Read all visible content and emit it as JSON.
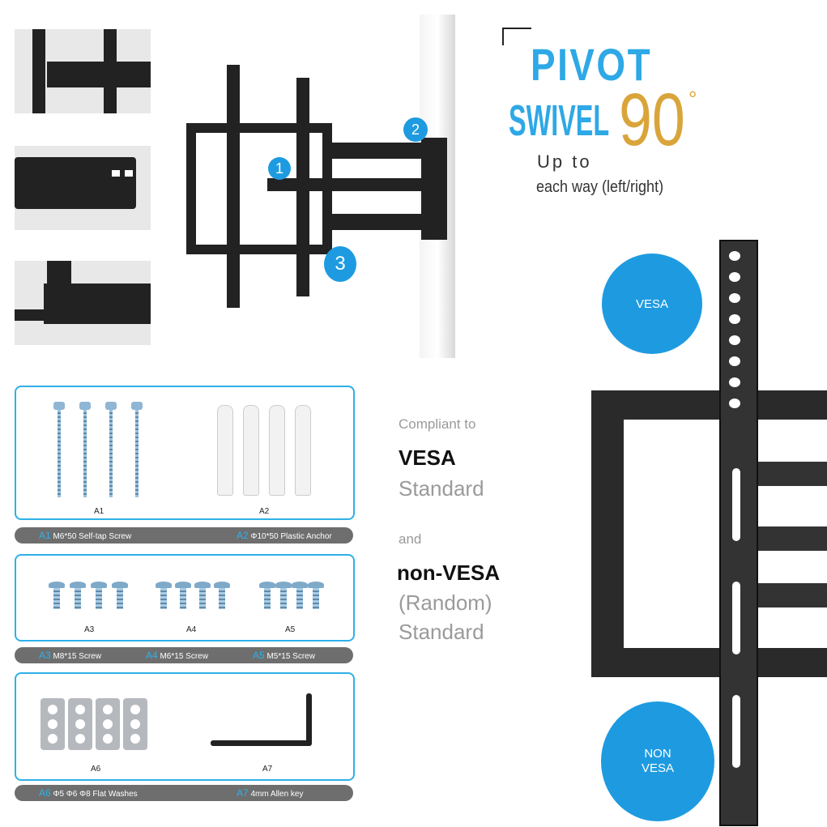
{
  "headline": {
    "pivot": "PIVOT",
    "swivel": "SWIVEL",
    "angle": "90",
    "degree": "°",
    "up_to": "Up to",
    "direction": "each way (left/right)"
  },
  "badges": [
    "1",
    "2",
    "3"
  ],
  "compliance": {
    "compliant_to": "Compliant to",
    "vesa": "VESA",
    "standard1": "Standard",
    "and": "and",
    "non_vesa": "non-VESA",
    "random": "(Random)",
    "standard2": "Standard"
  },
  "callouts": {
    "vesa": "VESA",
    "non_vesa_line1": "NON",
    "non_vesa_line2": "VESA"
  },
  "parts": [
    {
      "code": "A1",
      "desc": "M6*50 Self-tap Screw"
    },
    {
      "code": "A2",
      "desc": "Φ10*50 Plastic Anchor"
    },
    {
      "code": "A3",
      "desc": "M8*15 Screw"
    },
    {
      "code": "A4",
      "desc": "M6*15 Screw"
    },
    {
      "code": "A5",
      "desc": "M5*15 Screw"
    },
    {
      "code": "A6",
      "desc": "Φ5 Φ6 Φ8  Flat Washes"
    },
    {
      "code": "A7",
      "desc": "4mm Allen key"
    }
  ],
  "colors": {
    "accent_blue": "#1e9be0",
    "gold": "#d9a53a",
    "label_bar": "#6e6e6e",
    "box_border": "#2fb0e8"
  }
}
